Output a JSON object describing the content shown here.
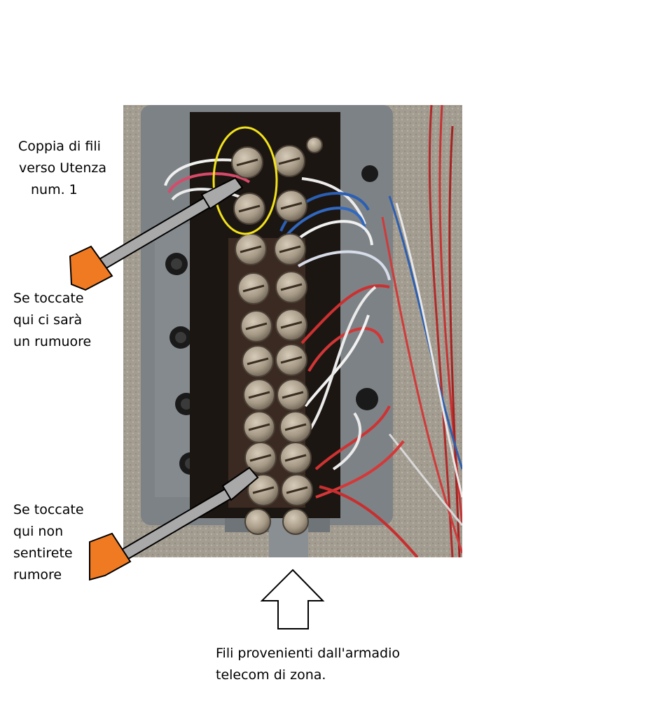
{
  "annotations": {
    "pair_label": [
      "Coppia di fili",
      "verso Utenza",
      "num. 1"
    ],
    "noise_label": [
      "Se toccate",
      "qui ci sarà",
      "un rumuore"
    ],
    "no_noise_label": [
      "Se toccate",
      "qui non",
      "sentirete",
      "rumore"
    ],
    "source_label": [
      "Fili provenienti dall'armadio",
      "telecom di zona."
    ]
  },
  "colors": {
    "screwdriver_handle": "#f07a22",
    "screwdriver_shaft": "#a9a9a9",
    "highlight_ellipse": "#f2e21c",
    "arrow_outline": "#000000"
  },
  "photo": {
    "content": "telephone terminal block with screw terminals and wires",
    "terminal_rows": 11,
    "terminal_columns": 2
  }
}
